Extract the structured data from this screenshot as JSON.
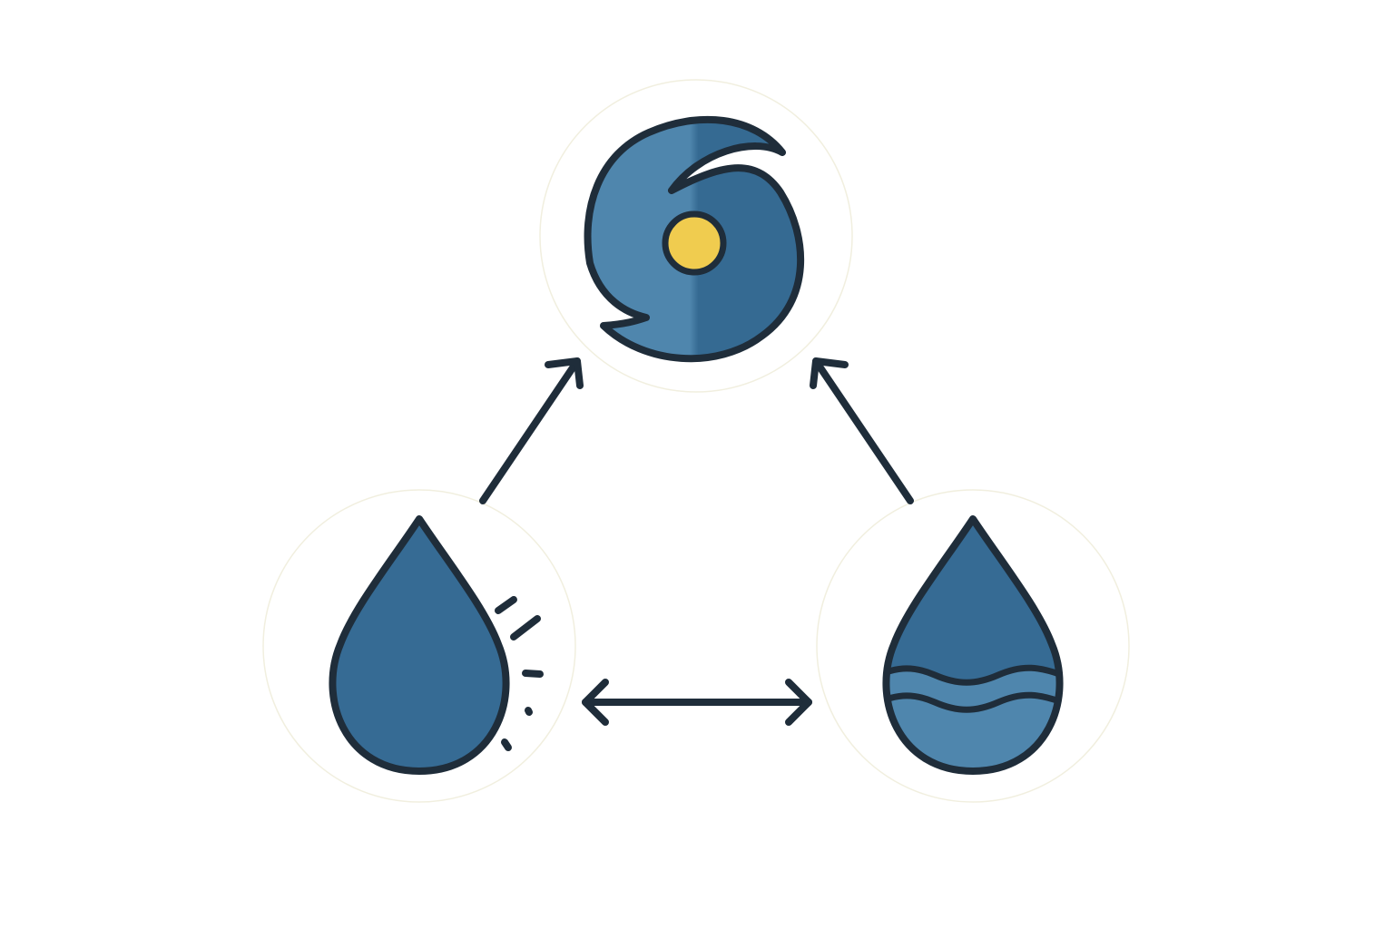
{
  "diagram": {
    "nodes": [
      {
        "id": "hurricane",
        "icon": "hurricane-icon"
      },
      {
        "id": "evaporation",
        "icon": "evaporation-droplet-icon"
      },
      {
        "id": "water-level",
        "icon": "water-level-droplet-icon"
      }
    ],
    "edges": [
      {
        "from": "evaporation",
        "to": "hurricane",
        "direction": "one-way"
      },
      {
        "from": "water-level",
        "to": "hurricane",
        "direction": "one-way"
      },
      {
        "from": "evaporation",
        "to": "water-level",
        "direction": "two-way"
      }
    ]
  },
  "colors": {
    "background": "#ffffff",
    "stroke": "#1f2d3a",
    "deep_blue": "#366b94",
    "light_blue": "#4f86ad",
    "eye_yellow": "#f0cc4f",
    "circle_outline": "#f1efdf"
  }
}
